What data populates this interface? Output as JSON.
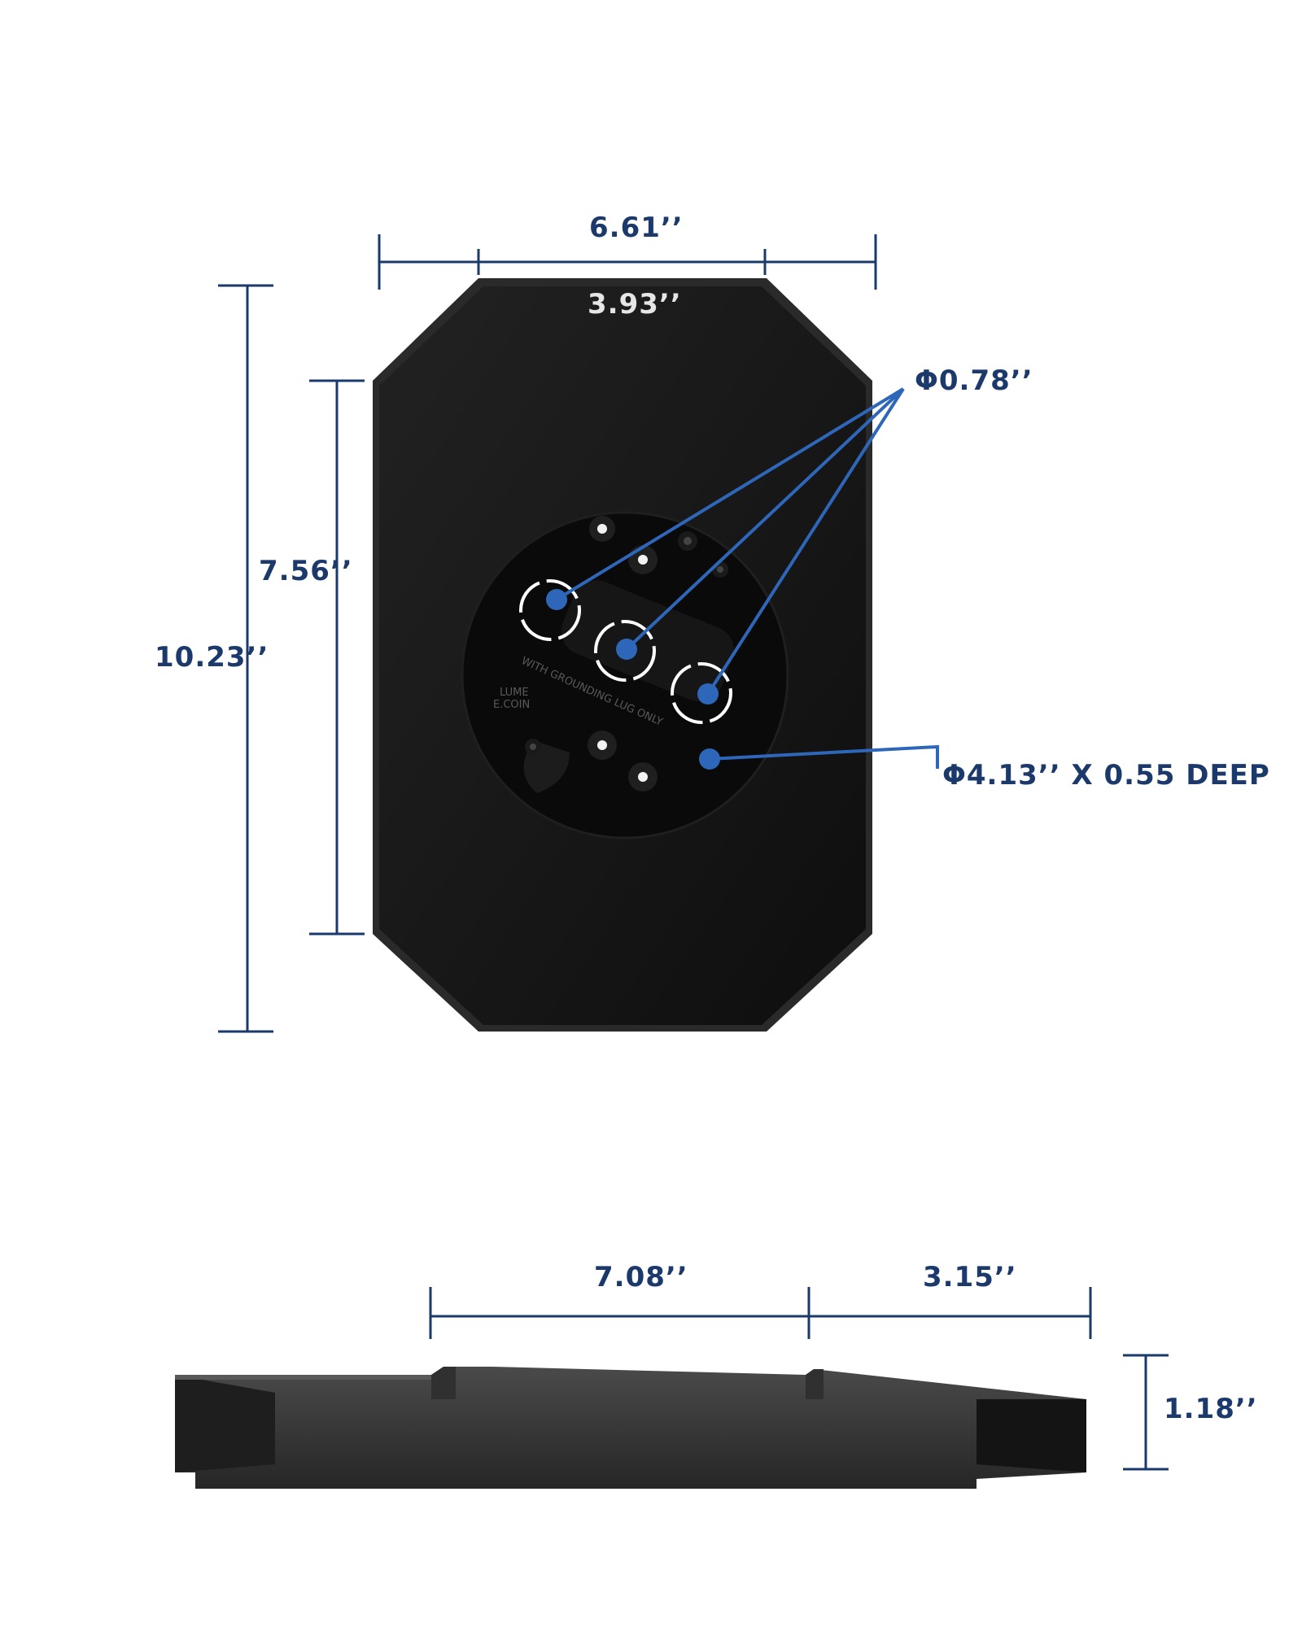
{
  "colors": {
    "dimension_line": "#1b3a6b",
    "callout": "#2e67b9",
    "plate": "#151515",
    "plate_edge": "#2a2a2a",
    "recess": "#0a0a0a",
    "profile": "#3a3a3a"
  },
  "dimensions": {
    "overall_width": "6.61’’",
    "top_flat_width": "3.93’’",
    "overall_height": "10.23’’",
    "side_flat_height": "7.56’’",
    "knockout_diameter": "Φ0.78’’",
    "recess": "Φ4.13’’ X 0.55 DEEP",
    "profile_length": "7.08’’",
    "profile_overhang": "3.15’’",
    "profile_height": "1.18’’"
  },
  "embossed_text": {
    "ring_label": "WITH GROUNDING LUG ONLY",
    "side_label_1": "LUME",
    "side_label_2": "E.COIN"
  }
}
